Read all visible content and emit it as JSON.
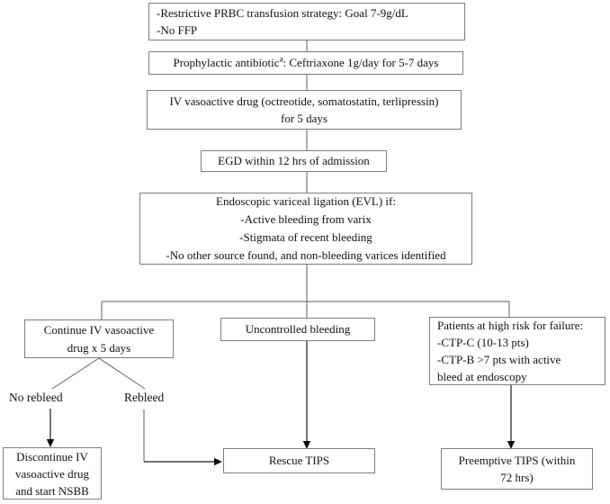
{
  "colors": {
    "box_border": "#7d7d7d",
    "connector_line": "#5f5f5f",
    "arrowhead": "#0a0a0a",
    "text": "#111111",
    "background": "#ffffff"
  },
  "nodes": {
    "transfusion": {
      "lines": [
        "-Restrictive PRBC transfusion strategy: Goal 7-9g/dL",
        "-No FFP"
      ]
    },
    "antibiotic": {
      "pre": "Prophylactic antibiotic",
      "sup": "a",
      "post": ": Ceftriaxone 1g/day for 5-7 days"
    },
    "vasoactive": {
      "lines": [
        "IV vasoactive drug (octreotide, somatostatin, terlipressin)",
        "for 5 days"
      ]
    },
    "egd": {
      "text": "EGD within 12 hrs of admission"
    },
    "evl": {
      "lines": [
        "Endoscopic variceal ligation (EVL) if:",
        "-Active bleeding from varix",
        "-Stigmata of recent bleeding",
        "-No other source found, and non-bleeding varices identified"
      ]
    },
    "continue_iv": {
      "lines": [
        "Continue IV vasoactive",
        "drug x 5 days"
      ]
    },
    "uncontrolled": {
      "text": "Uncontrolled bleeding"
    },
    "high_risk": {
      "lines": [
        "Patients at high risk for failure:",
        "-CTP-C (10-13 pts)",
        "-CTP-B >7 pts with active",
        "bleed at endoscopy"
      ]
    },
    "discontinue": {
      "lines": [
        "Discontinue IV",
        "vasoactive drug",
        "and start NSBB"
      ]
    },
    "rescue": {
      "text": "Rescue TIPS"
    },
    "preemptive": {
      "lines": [
        "Preemptive TIPS  (within",
        "72 hrs)"
      ]
    }
  },
  "branch_labels": {
    "no_rebleed": "No rebleed",
    "rebleed": "Rebleed"
  }
}
